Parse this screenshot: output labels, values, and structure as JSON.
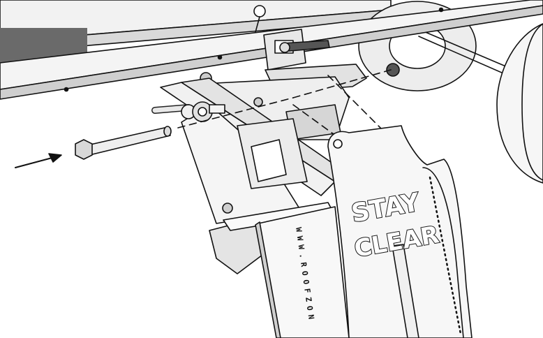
{
  "diagram": {
    "stay_label": "STAY",
    "clear_label": "CLEAR",
    "url_text": "WWW.ROOFZON",
    "colors": {
      "line": "#111111",
      "fill_light": "#f4f4f4",
      "fill_mid": "#d8d8d8",
      "fill_dark": "#9a9a9a",
      "background": "#ffffff"
    }
  }
}
